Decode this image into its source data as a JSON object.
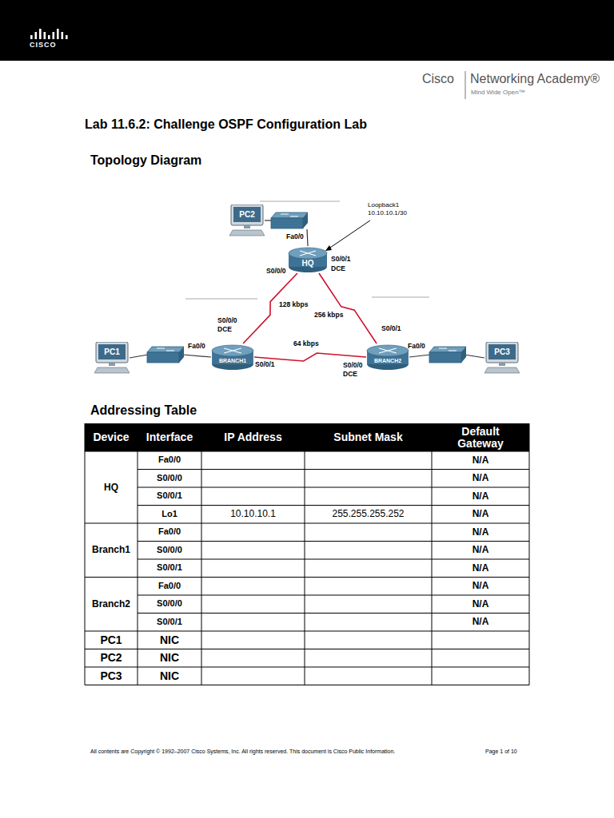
{
  "diagram": {
    "title": "Lab 11.6.2: Challenge OSPF Configuration Lab",
    "nodes": [
      {
        "text": [
          "PC2"
        ]
      },
      {
        "text": [
          "HQ"
        ]
      },
      {
        "text": [
          "PC1"
        ]
      },
      {
        "text": [
          "BRANCH1"
        ]
      },
      {
        "text": [
          "BRANCH2"
        ]
      },
      {
        "text": [
          "PC3"
        ]
      }
    ],
    "edges": [
      {
        "from": 1,
        "to": 3,
        "arrow": "none",
        "label": "128 kbps"
      },
      {
        "from": 1,
        "to": 4,
        "arrow": "none",
        "label": "256 kbps"
      },
      {
        "from": 3,
        "to": 4,
        "arrow": "none",
        "label": "64 kbps"
      }
    ],
    "labels": [
      "CISCO",
      "Cisco",
      "Networking Academy®",
      "Mind Wide Open™",
      "Topology Diagram",
      "Loopback1",
      "10.10.10.1/30",
      "Fa0/0",
      "S0/0/0",
      "S0/0/1",
      "DCE",
      "S0/0/0",
      "DCE",
      "Fa0/0",
      "S0/0/1",
      "S0/0/1",
      "Fa0/0",
      "S0/0/0",
      "DCE",
      "Addressing Table",
      "Device",
      "Interface",
      "IP Address",
      "Subnet Mask",
      "Default Gateway",
      "HQ",
      "Fa0/0",
      "N/A",
      "S0/0/0",
      "N/A",
      "S0/0/1",
      "N/A",
      "Lo1",
      "10.10.10.1",
      "255.255.255.252",
      "N/A",
      "Branch1",
      "Fa0/0",
      "N/A",
      "S0/0/0",
      "N/A",
      "S0/0/1",
      "N/A",
      "Branch2",
      "Fa0/0",
      "N/A",
      "S0/0/0",
      "N/A",
      "S0/0/1",
      "N/A",
      "PC1",
      "NIC",
      "PC2",
      "NIC",
      "PC3",
      "NIC",
      "All contents are Copyright © 1992–2007 Cisco Systems, Inc. All rights reserved. This document is Cisco Public Information.",
      "Page 1 of 10"
    ]
  }
}
